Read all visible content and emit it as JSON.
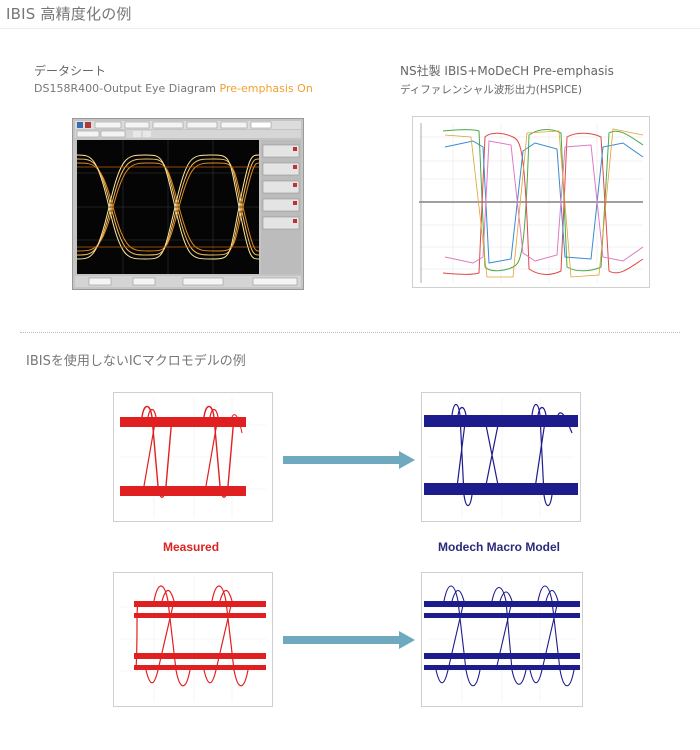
{
  "page": {
    "title": "IBIS 高精度化の例"
  },
  "section_datasheet": {
    "title": "データシート",
    "subtitle_main": "DS158R400-Output Eye Diagram ",
    "subtitle_highlight": "Pre-emphasis On"
  },
  "section_ns": {
    "title": "NS社製 IBIS+MoDeCH Pre-emphasis",
    "subtitle": "ディファレンシャル波形出力(HSPICE)"
  },
  "section_macro": {
    "title": "IBISを使用しないICマクロモデルの例",
    "caption_measured": "Measured",
    "caption_model": "Modech Macro Model"
  },
  "colors": {
    "highlight": "#f0a030",
    "measured": "#dd2222",
    "model": "#2a2a7a",
    "arrow": "#6fa9bf"
  }
}
